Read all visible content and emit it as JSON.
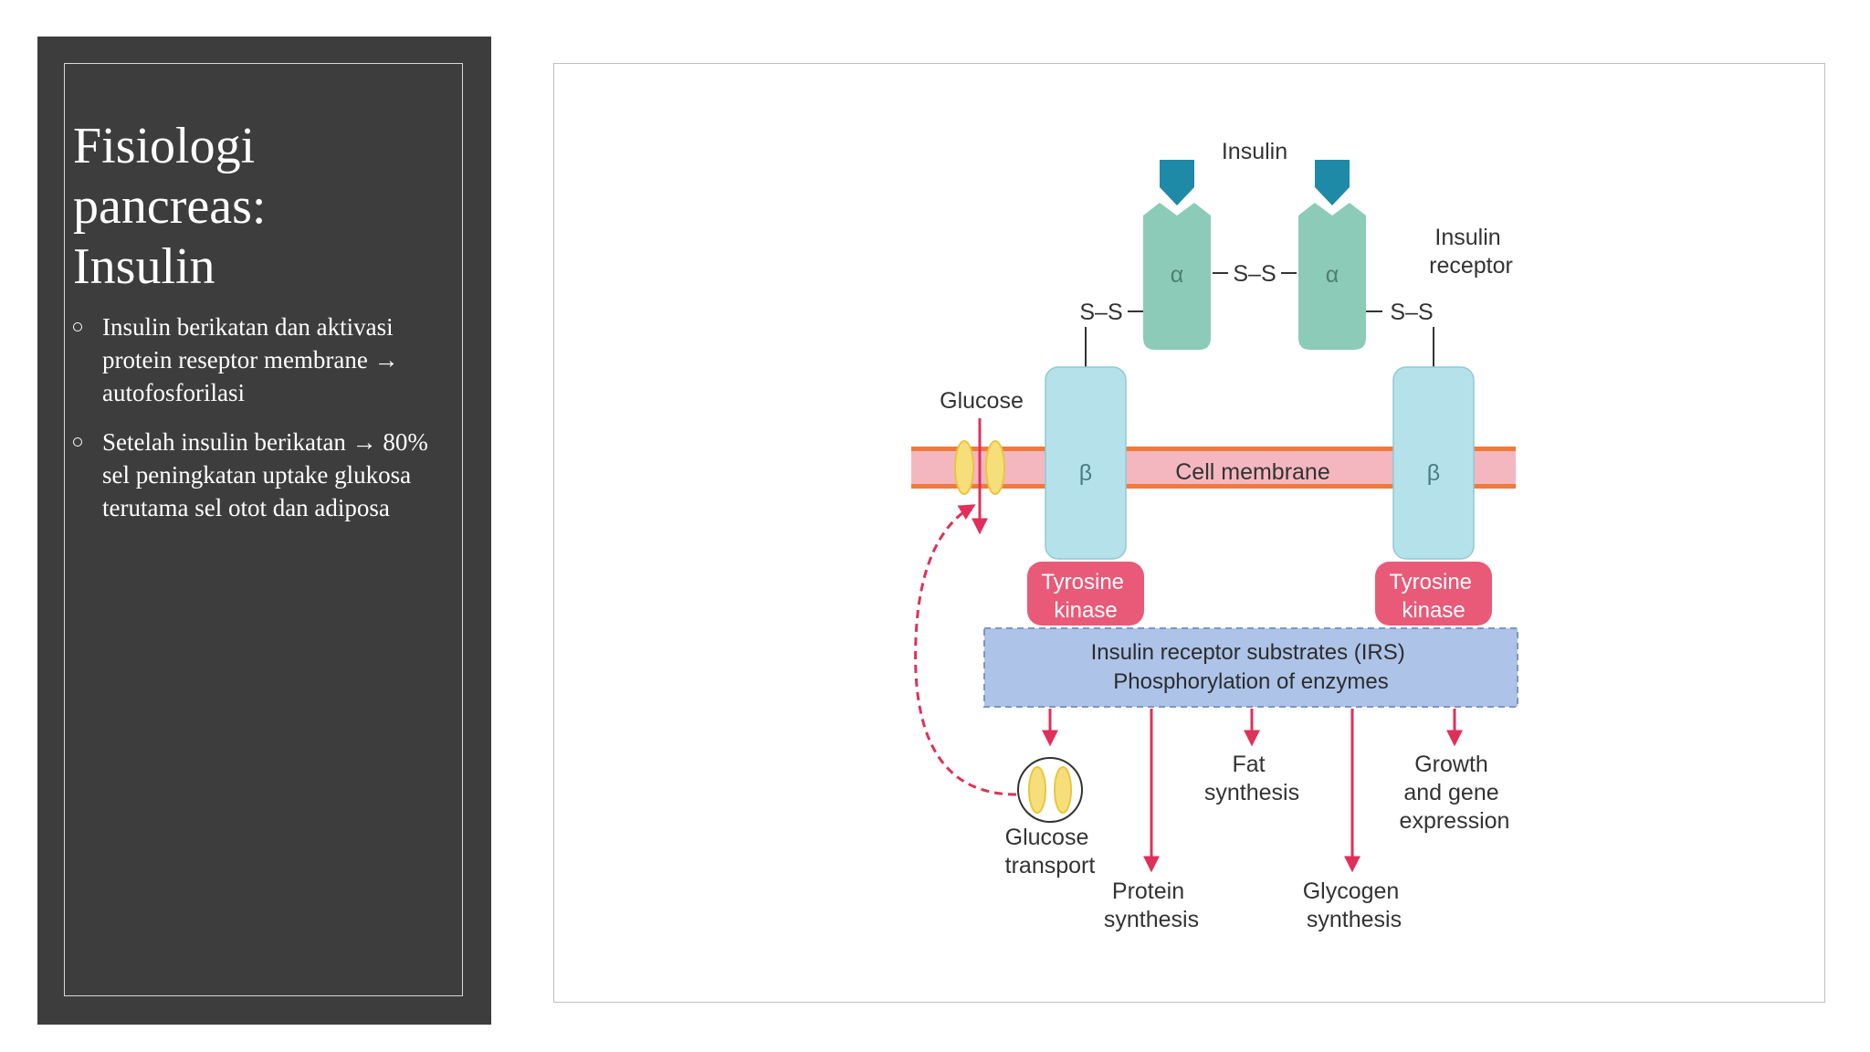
{
  "slide": {
    "title_lines": [
      "Fisiologi",
      "pancreas:",
      "Insulin"
    ],
    "bullets": [
      "Insulin berikatan dan aktivasi protein reseptor membrane → autofosforilasi",
      "Setelah insulin berikatan → 80% sel peningkatan uptake glukosa terutama sel otot dan adiposa"
    ]
  },
  "diagram": {
    "insulin_label": "Insulin",
    "receptor_label": [
      "Insulin",
      "receptor"
    ],
    "alpha": "α",
    "beta": "β",
    "disulfide": "S–S",
    "glucose_label": "Glucose",
    "membrane_label": "Cell membrane",
    "kinase_label": [
      "Tyrosine",
      "kinase"
    ],
    "irs_label": [
      "Insulin receptor substrates (IRS)",
      "Phosphorylation of enzymes"
    ],
    "outputs": {
      "glucose_transport": [
        "Glucose",
        "transport"
      ],
      "protein_synthesis": [
        "Protein",
        "synthesis"
      ],
      "fat_synthesis": [
        "Fat",
        "synthesis"
      ],
      "glycogen_synthesis": [
        "Glycogen",
        "synthesis"
      ],
      "growth": [
        "Growth",
        "and gene",
        "expression"
      ]
    },
    "colors": {
      "insulin": "#1e8aa8",
      "alpha": "#8ccbb7",
      "beta": "#b5e2ea",
      "kinase": "#e85a78",
      "irs": "#adc3e8",
      "membrane": "#f4b7c0",
      "membrane_edge": "#ef7a3c",
      "arrow": "#e0305a",
      "channel": "#f6df7a"
    }
  }
}
